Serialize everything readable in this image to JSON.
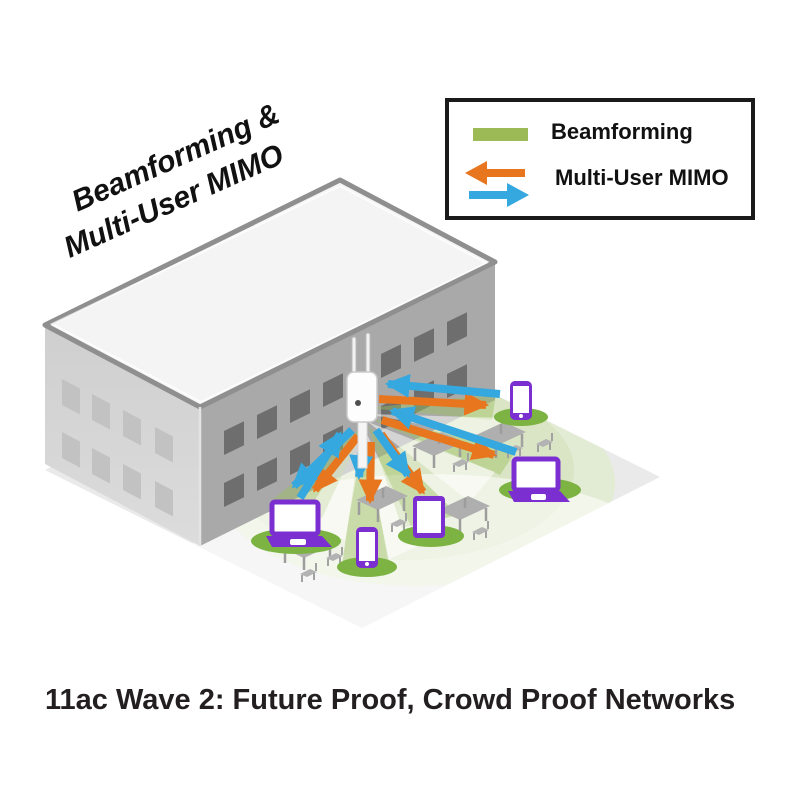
{
  "title": {
    "line1": "Beamforming &",
    "line2": "Multi-User MIMO"
  },
  "legend": {
    "beamforming_label": "Beamforming",
    "mumimo_label": "Multi-User MIMO"
  },
  "caption": "11ac Wave 2: Future Proof, Crowd Proof Networks",
  "scene": {
    "access_point": "outdoor-wifi-access-point-with-two-antennas",
    "building": "isometric-two-story-office-building",
    "devices": [
      "laptop",
      "smartphone",
      "tablet",
      "laptop",
      "smartphone"
    ],
    "colors": {
      "beamforming_green": "#9CBA55",
      "mumimo_orange": "#E8761E",
      "mumimo_blue": "#35A8DF",
      "device_purple": "#7B2FD0",
      "coverage_green": "#D8E4C2",
      "pad_green": "#7CB342",
      "building_left_wall": "#D6D6D6",
      "building_right_wall": "#A9A9A9",
      "ground": "#EAEAEA"
    }
  }
}
